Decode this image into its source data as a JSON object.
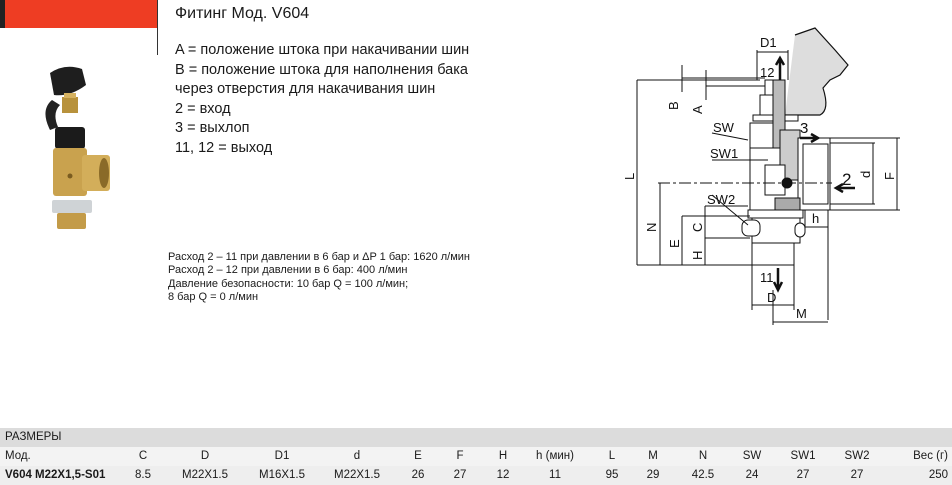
{
  "header": {
    "title": "Фитинг Мод. V604"
  },
  "description": [
    "A = положение штока при накачивании шин",
    "B = положение штока для наполнения бака",
    "через отверстия для накачивания шин",
    "2 = вход",
    "3 = выхлоп",
    "11, 12 = выход"
  ],
  "flow": [
    "Расход 2 – 11 при давлении в 6 бар и ΔP 1 бар: 1620 л/мин",
    "Расход 2 – 12 при давлении в 6 бар: 400 л/мин",
    "Давление безопасности: 10 бар Q = 100 л/мин;",
    "8 бар Q = 0 л/мин"
  ],
  "drawing_labels": {
    "D1": "D1",
    "p12": "12",
    "B": "B",
    "A": "A",
    "SW": "SW",
    "p3": "3",
    "SW1": "SW1",
    "L": "L",
    "p2": "2",
    "d": "d",
    "F": "F",
    "SW2": "SW2",
    "h": "h",
    "N": "N",
    "E": "E",
    "C": "C",
    "H": "H",
    "p11": "11",
    "D": "D",
    "M": "M"
  },
  "table": {
    "section": "РАЗМЕРЫ",
    "headers": [
      "Мод.",
      "C",
      "D",
      "D1",
      "d",
      "E",
      "F",
      "H",
      "h (мин)",
      "L",
      "M",
      "N",
      "SW",
      "SW1",
      "SW2",
      "Вес (г)"
    ],
    "rows": [
      [
        "V604 M22X1,5-S01",
        "8.5",
        "M22X1.5",
        "M16X1.5",
        "M22X1.5",
        "26",
        "27",
        "12",
        "11",
        "95",
        "29",
        "42.5",
        "24",
        "27",
        "27",
        "250"
      ]
    ]
  },
  "colors": {
    "accent": "#ee3d23"
  }
}
